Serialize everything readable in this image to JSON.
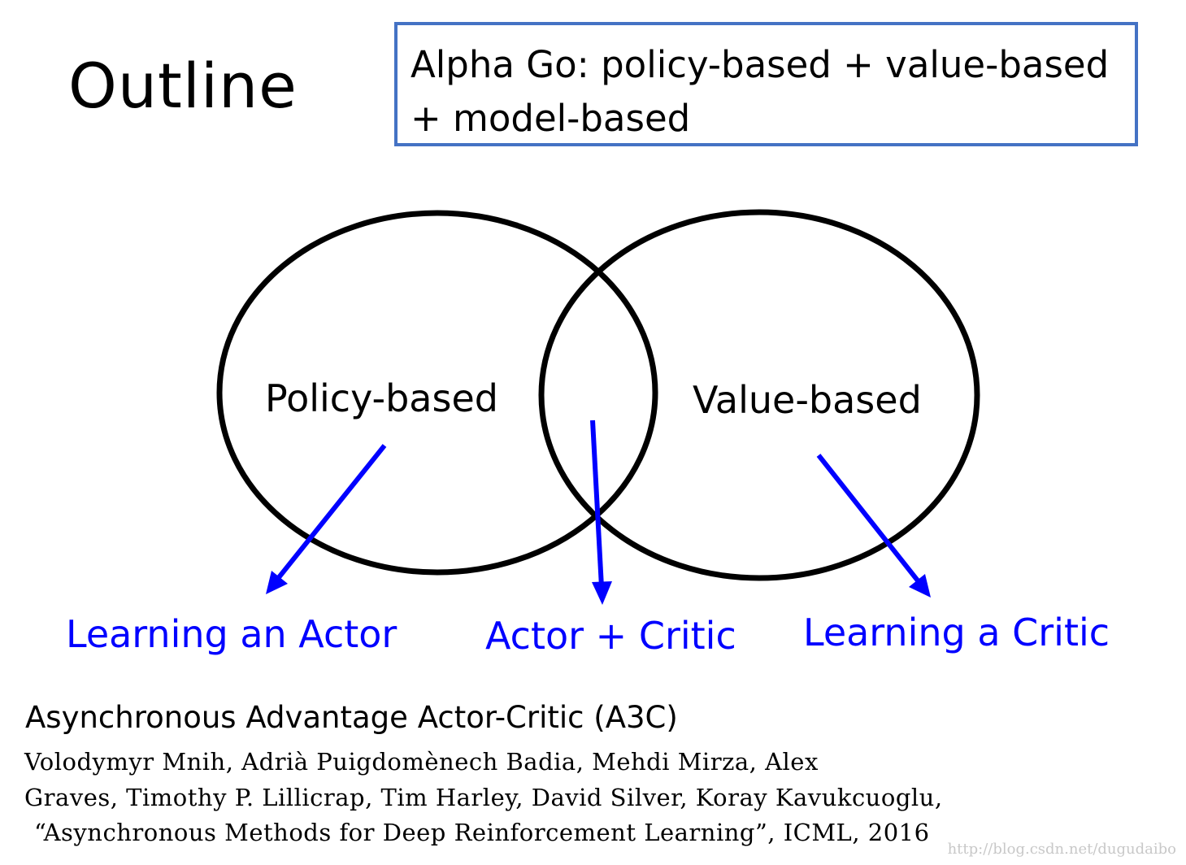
{
  "slide": {
    "title": "Outline",
    "callout": {
      "line1": "Alpha Go: policy-based + value-based",
      "line2": "+ model-based"
    },
    "venn": {
      "left_circle_label": "Policy-based",
      "right_circle_label": "Value-based"
    },
    "outcomes": {
      "left": "Learning an Actor",
      "center": "Actor + Critic",
      "right": "Learning a Critic"
    },
    "reference": {
      "title": "Asynchronous Advantage Actor-Critic (A3C)",
      "line1": "Volodymyr Mnih, Adrià Puigdomènech Badia, Mehdi Mirza, Alex",
      "line2": "Graves, Timothy P. Lillicrap, Tim Harley, David Silver, Koray Kavukcuoglu,",
      "line3": "“Asynchronous Methods for Deep Reinforcement Learning”, ICML, 2016"
    },
    "watermark": "http://blog.csdn.net/dugudaibo"
  },
  "colors": {
    "callout_border": "#4472c4",
    "arrow": "#0000ff",
    "outcome_text": "#0000ff",
    "circle_stroke": "#000000"
  }
}
